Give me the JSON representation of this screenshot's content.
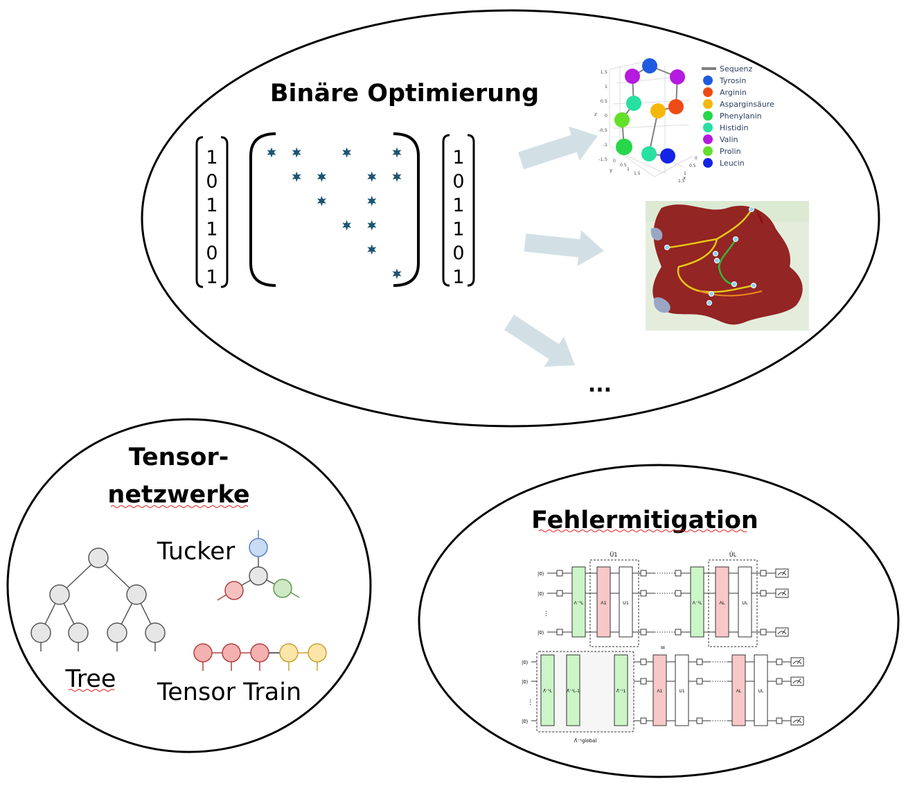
{
  "top": {
    "title": "Binäre Optimierung",
    "vector_left": [
      "1",
      "0",
      "1",
      "1",
      "0",
      "1"
    ],
    "vector_right": [
      "1",
      "0",
      "1",
      "1",
      "0",
      "1"
    ],
    "ellipsis": "...",
    "protein_plot": {
      "legend": [
        {
          "label": "Sequenz",
          "color": "#808080",
          "kind": "line"
        },
        {
          "label": "Tyrosin",
          "color": "#1f5ae0"
        },
        {
          "label": "Arginin",
          "color": "#ee4b14"
        },
        {
          "label": "Asparginsäure",
          "color": "#f5b70a"
        },
        {
          "label": "Phenylanin",
          "color": "#28d64a"
        },
        {
          "label": "Histidin",
          "color": "#27e0a2"
        },
        {
          "label": "Valin",
          "color": "#b41ae0"
        },
        {
          "label": "Prolin",
          "color": "#62e02a"
        },
        {
          "label": "Leucin",
          "color": "#1424e6"
        }
      ],
      "z_ticks": [
        "1.5",
        "1",
        "0.5",
        "0",
        "-0.5",
        "-1",
        "-1.5"
      ],
      "z_label": "z",
      "x_label": "x",
      "y_label": "y",
      "x_ticks": [
        "0",
        "0.5",
        "1",
        "1.5"
      ],
      "y_ticks": [
        "0",
        "0.5",
        "1",
        "1.5"
      ]
    }
  },
  "tensor": {
    "title_line1": "Tensor-",
    "title_line2": "netzwerke",
    "tucker_label": "Tucker",
    "tree_label": "Tree",
    "train_label": "Tensor Train"
  },
  "fehler": {
    "title": "Fehlermitigation",
    "circuit_top": {
      "ket": "|0⟩",
      "u1": "Û1",
      "ul": "ÛL",
      "box_labels": [
        "Λ⁻¹L",
        "Λ1",
        "U1",
        "Λ⁻¹L",
        "ΛL",
        "UL"
      ]
    },
    "equals": "=",
    "circuit_bottom": {
      "ket": "|0⟩",
      "box_labels": [
        "Λ̃⁻¹L",
        "Λ̃⁻¹L-1",
        "Λ̃⁻¹1",
        "Λ1",
        "U1",
        "ΛL",
        "UL"
      ],
      "global_label": "Λ̃⁻¹global"
    }
  },
  "colors": {
    "arrow": "#d2e0e6",
    "star": "#1d5572",
    "tree_node": "#e6e6e6",
    "tucker_core": "#e6e6e6",
    "tucker_top": "#c9dcf5",
    "tucker_left": "#f5c0c0",
    "tucker_right": "#cfe8c5",
    "train_red": "#f5b0b0",
    "train_yellow": "#fbe5a8",
    "green_box": "#ccf5c8",
    "red_box": "#f8c8c8"
  }
}
